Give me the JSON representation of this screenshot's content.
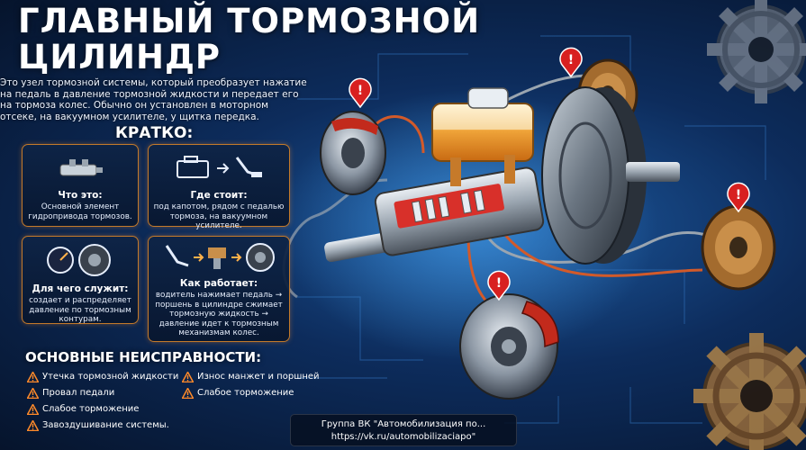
{
  "title_lines": [
    "Главный тормозной",
    "цилиндр"
  ],
  "intro": "Это узел тормозной системы, который преобразует нажатие на педаль в давление тормозной жидкости и передает его на тормоза колес. Обычно он установлен в моторном отсеке, на вакуумном усилителе, у щитка передка.",
  "summary_heading": "КРАТКО:",
  "cards": [
    {
      "title": "Что это:",
      "body": "Основной элемент гидропривода тормозов.",
      "icon": "cylinder-icon"
    },
    {
      "title": "Где стоит:",
      "body": "под капотом, рядом с педалью тормоза, на вакуумном усилителе.",
      "icon": "engine-pedal-icon"
    },
    {
      "title": "Для чего служит:",
      "body": "создает и распределяет давление по тормозным контурам.",
      "icon": "gauge-wheel-icon"
    },
    {
      "title": "Как работает:",
      "body": "водитель нажимает педаль → поршень в цилиндре сжимает тормозную жидкость → давление идет к тормозным механизмам колес.",
      "icon": "pedal-piston-wheel-icon"
    }
  ],
  "faults_heading": "ОСНОВНЫЕ НЕИСПРАВНОСТИ:",
  "faults_left": [
    "Утечка тормозной жидкости",
    "Провал педали",
    "Слабое торможение",
    "Завоздушивание системы."
  ],
  "faults_right": [
    "Износ манжет и поршней",
    "Слабое торможение"
  ],
  "footer_line1": "Группа ВК \"Автомобилизация по...",
  "footer_line2": "https://vk.ru/automobilizaciapo\"",
  "colors": {
    "accent": "#ffb14a",
    "card_border": "#c47a2a",
    "warning": "#e02a2a",
    "background": "#0d2c5c"
  }
}
